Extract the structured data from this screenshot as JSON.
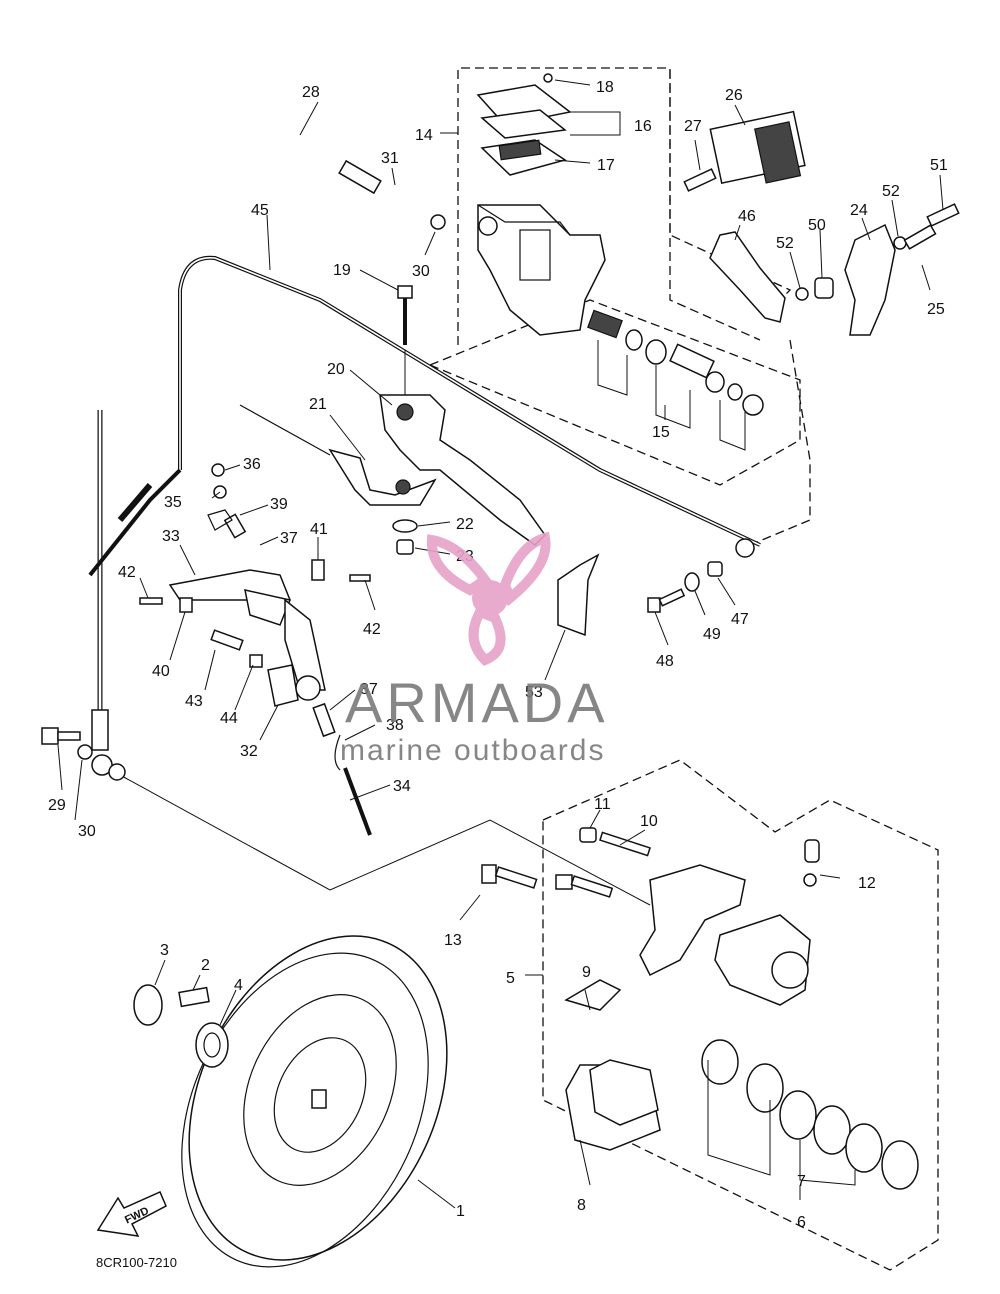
{
  "diagram": {
    "drawing_code": "8CR100-7210",
    "fwd_label": "FWD",
    "callouts": [
      "1",
      "2",
      "3",
      "4",
      "5",
      "6",
      "7",
      "8",
      "9",
      "10",
      "11",
      "12",
      "13",
      "14",
      "15",
      "16",
      "17",
      "18",
      "19",
      "20",
      "21",
      "22",
      "23",
      "24",
      "25",
      "26",
      "27",
      "28",
      "29",
      "30",
      "31",
      "32",
      "33",
      "34",
      "35",
      "36",
      "37",
      "38",
      "39",
      "40",
      "41",
      "42",
      "43",
      "44",
      "45",
      "46",
      "47",
      "48",
      "49",
      "50",
      "51",
      "52",
      "53"
    ]
  },
  "watermark": {
    "brand": "ARMADA",
    "tagline": "marine outboards",
    "color_primary": "#e7a3c8",
    "color_text": "#7a7a7a"
  }
}
